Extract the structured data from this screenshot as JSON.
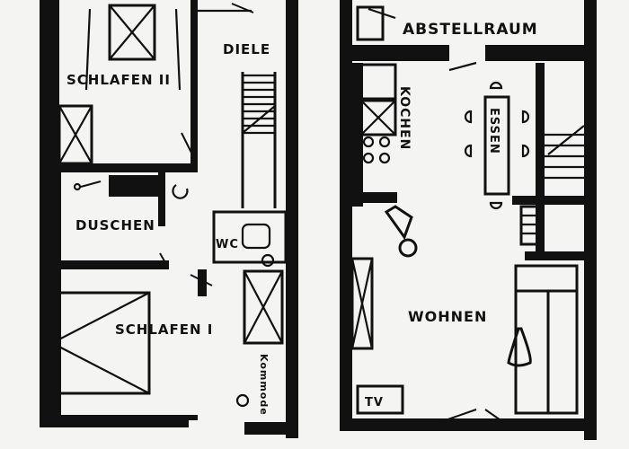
{
  "rooms": {
    "schlafen_ii": "SCHLAFEN II",
    "diele": "DIELE",
    "duschen": "DUSCHEN",
    "wc": "WC",
    "schlafen_i": "SCHLAFEN I",
    "kommode": "Kommode",
    "abstellraum": "ABSTELLRAUM",
    "kochen": "KOCHEN",
    "essen": "ESSEN",
    "wohnen": "WOHNEN",
    "tv": "TV"
  },
  "colors": {
    "ink": "#111111",
    "paper": "#f4f4f2"
  }
}
